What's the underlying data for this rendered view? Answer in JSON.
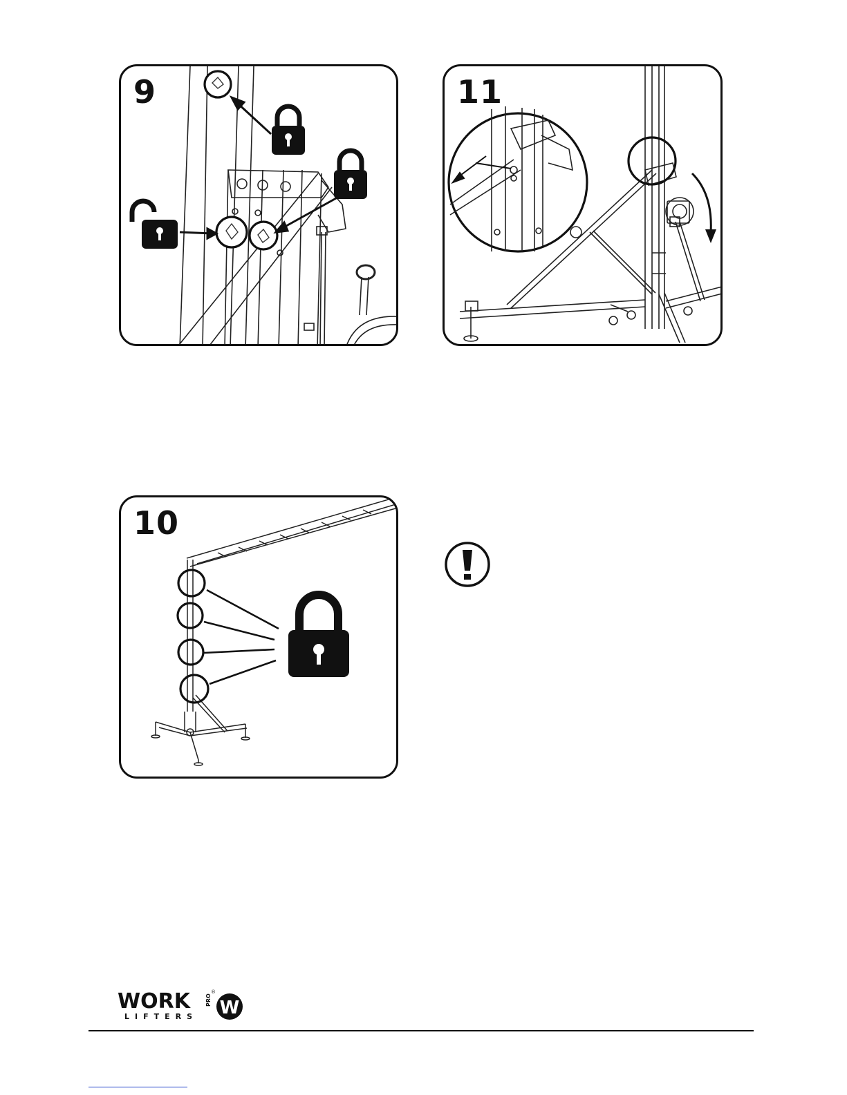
{
  "panels": {
    "panel_9": {
      "step": "9"
    },
    "panel_11": {
      "step": "11"
    },
    "panel_10": {
      "step": "10"
    }
  },
  "logo": {
    "text": "WORK",
    "sub": "LIFTERS",
    "pro": "PRO",
    "registered": "®",
    "mark": "W"
  },
  "icons": [
    "lock-icon",
    "unlock-icon",
    "warning-icon",
    "arrow-icon"
  ]
}
